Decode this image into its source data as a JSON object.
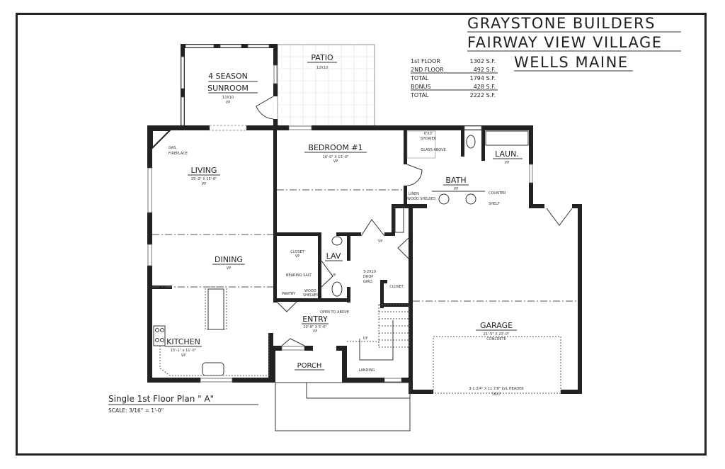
{
  "title_block": {
    "company": "GRAYSTONE BUILDERS",
    "community": "FAIRWAY VIEW VILLAGE",
    "location": "WELLS MAINE"
  },
  "area_table": {
    "rows": [
      {
        "label": "1st FLOOR",
        "value": "1302 S.F."
      },
      {
        "label": "2ND FLOOR",
        "value": "492 S.F."
      },
      {
        "label": "TOTAL",
        "value": "1794 S.F."
      },
      {
        "label": "BONUS",
        "value": "428 S.F."
      },
      {
        "label": "TOTAL",
        "value": "2222 S.F."
      }
    ]
  },
  "plan_caption": {
    "title": "Single 1st Floor Plan \" A\"",
    "scale": "SCALE: 3/16\" = 1'-0\""
  },
  "rooms": {
    "sunroom": {
      "name_line1": "4 SEASON",
      "name_line2": "SUNROOM",
      "size": "12X10",
      "ceiling": "VP"
    },
    "patio": {
      "name": "PATIO",
      "size": "12X10"
    },
    "living": {
      "name": "LIVING",
      "size": "15'-2\" X 15'-8\"",
      "ceiling": "VP",
      "fireplace_line1": "GAS",
      "fireplace_line2": "FIREPLACE"
    },
    "bedroom": {
      "name": "BEDROOM #1",
      "size": "16'-0\" X 13'-0\"",
      "ceiling": "VP"
    },
    "shower": {
      "size": "6'X3'",
      "name": "SHOWER",
      "note": "GLASS ABOVE"
    },
    "bath": {
      "name": "BATH",
      "ceiling": "VP",
      "linen_line1": "LINEN",
      "linen_line2": "WOOD SHELVES",
      "counter": "COUNTER",
      "shelf": "SHELF"
    },
    "laundry": {
      "name": "LAUN.",
      "ceiling": "VP"
    },
    "dining": {
      "name": "DINING",
      "ceiling": "VP"
    },
    "closet_bedroom": {
      "name": "CLOSET",
      "ceiling": "VP",
      "note": "BEARING SALT"
    },
    "lav": {
      "name": "LAV",
      "ceiling": "VP"
    },
    "hall": {
      "ceiling": "VP",
      "girder_line1": "3-2X10",
      "girder_line2": "DROP",
      "girder_line3": "GIRD."
    },
    "closet_hall": {
      "name": "CLOSET"
    },
    "pantry": {
      "name": "PANTRY",
      "note_line1": "WOOD",
      "note_line2": "SHELVES"
    },
    "entry": {
      "name": "ENTRY",
      "size": "10'-8\" X 5'-6\"",
      "ceiling": "VP",
      "note": "OPEN TO ABOVE"
    },
    "kitchen": {
      "name": "KITCHEN",
      "size": "15'-1\" x 11'-0\"",
      "ceiling": "VP"
    },
    "porch": {
      "name": "PORCH"
    },
    "stairs": {
      "up": "UP",
      "landing": "LANDING"
    },
    "garage": {
      "name": "GARAGE",
      "size": "21'-5\" X 23'-0\"",
      "floor": "CONCRETE",
      "header": "3-1.3/4\" X 11.7/8\" LVL HEADER",
      "door": "16X7"
    }
  }
}
